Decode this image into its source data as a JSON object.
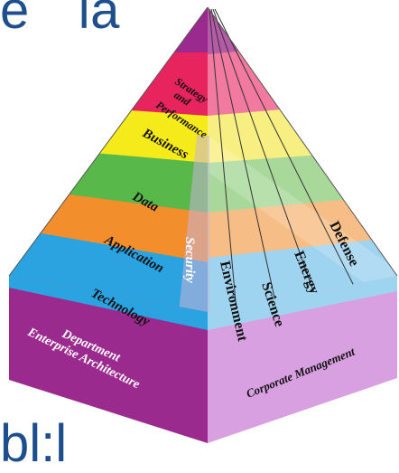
{
  "top_text": {
    "part1": "e",
    "part2": "ia"
  },
  "bottom_text": "bl:l",
  "left_face_layers": [
    {
      "label": "Strategy and Performance",
      "lines": [
        "Strategy",
        "and",
        "Performance"
      ],
      "color": "#e8245f"
    },
    {
      "label": "Business",
      "color": "#f5ea1a"
    },
    {
      "label": "Data",
      "color": "#59b84a"
    },
    {
      "label": "Application",
      "color": "#f28e2b"
    },
    {
      "label": "Technology",
      "color": "#2aa3e0"
    }
  ],
  "base_label_lines": [
    "Department",
    "Enterprise Architecture"
  ],
  "security_label": "Security",
  "right_face_segments": [
    "Environment",
    "Science",
    "Energy",
    "Defense"
  ],
  "right_base_label": "Corporate Management",
  "colors": {
    "apex": "#9b2a8e",
    "base_band": "#9b2a8e",
    "right_base": "#d8a0e0"
  }
}
